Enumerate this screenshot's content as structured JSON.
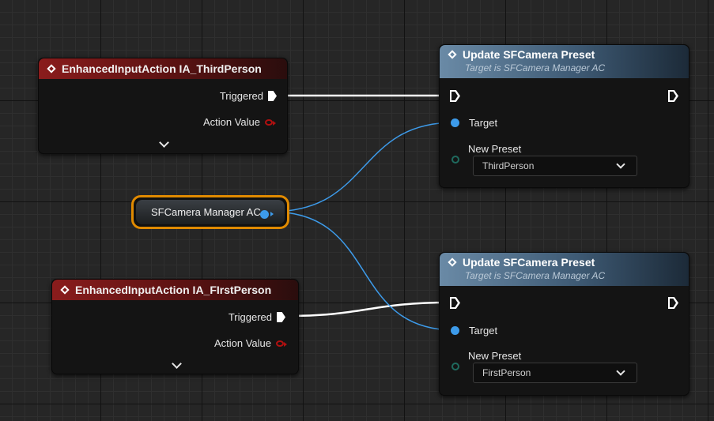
{
  "event_nodes": [
    {
      "title": "EnhancedInputAction IA_ThirdPerson",
      "triggered_label": "Triggered",
      "action_value_label": "Action Value"
    },
    {
      "title": "EnhancedInputAction IA_FIrstPerson",
      "triggered_label": "Triggered",
      "action_value_label": "Action Value"
    }
  ],
  "variable_node": {
    "label": "SFCamera Manager AC"
  },
  "function_nodes": [
    {
      "title": "Update SFCamera Preset",
      "subtitle": "Target is SFCamera Manager AC",
      "target_label": "Target",
      "new_preset_label": "New Preset",
      "preset_value": "ThirdPerson"
    },
    {
      "title": "Update SFCamera Preset",
      "subtitle": "Target is SFCamera Manager AC",
      "target_label": "Target",
      "new_preset_label": "New Preset",
      "preset_value": "FirstPerson"
    }
  ],
  "colors": {
    "exec_wire": "#ffffff",
    "object_wire": "#3d9bea",
    "event_header": "#8a1c1c",
    "function_header": "#6a8aa6",
    "selection_outline": "#e08a00"
  }
}
